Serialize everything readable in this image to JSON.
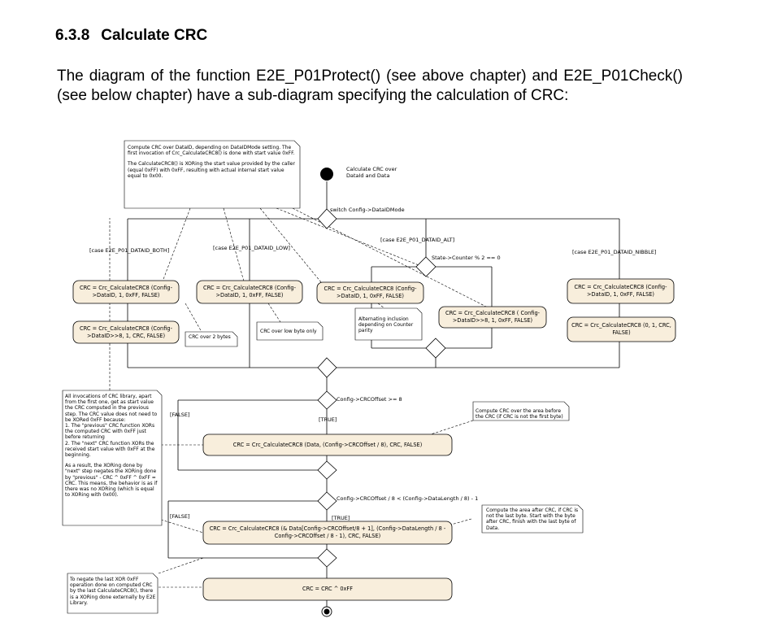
{
  "section": {
    "number": "6.3.8",
    "title": "Calculate CRC"
  },
  "intro": "The diagram of the function E2E_P01Protect() (see above chapter) and E2E_P01Check() (see below chapter) have a sub-diagram specifying the calculation of CRC:",
  "notes": {
    "top_p1": "Compute CRC over DataID, depending on DataIDMode setting. The first invocation of Crc_CalculateCRC8() is done with start value 0xFF.",
    "top_p2": "The CalculateCRC8() is XORing the start value provided by the caller (equal 0xFF) with 0xFF, resulting with actual internal start value equal to 0x00.",
    "crc_over_2_bytes": "CRC over 2 bytes",
    "crc_over_low_byte": "CRC over low byte only",
    "alternating": "Alternating inclusion depending on Counter parity",
    "left_p1": "All invocations of CRC library, apart from the first one, get as start value the CRC computed in the previous step. The CRC value does not need to be XORed 0xFF because:\n1. The \"previous\" CRC function XORs the computed CRC with 0xFF just before returning\n2. The \"next\" CRC function XORs the received start value with 0xFF at the beginning.",
    "left_p2": "As a result, the XORing done by \"next\" step negates the XORing done by \"previous\" - CRC ^ 0xFF ^ 0xFF = CRC. This means, the behavior is as if there was no XORing (which is equal to XORing with 0x00).",
    "right_before": "Compute CRC over the area before the CRC (if CRC is not the first byte)",
    "right_after": "Compute the area after CRC, if CRC is not the last byte. Start with the byte after CRC, finish with the last byte of Data.",
    "bottom_left": "To negate the last XOR 0xFF operation done on computed CRC by the last CalculateCRC8(), there is a XORing done externally by E2E Library."
  },
  "labels": {
    "start": "Calculate CRC over DataId and Data",
    "switch": "switch Config->DataIDMode",
    "case_both": "[case E2E_P01_DATAID_BOTH]",
    "case_low": "[case E2E_P01_DATAID_LOW]",
    "case_alt": "[case E2E_P01_DATAID_ALT]",
    "case_nibble": "[case E2E_P01_DATAID_NIBBLE]",
    "counter_cond": "State->Counter % 2 == 0",
    "cond_offset": "Config->CRCOffset >= 8",
    "false1": "[FALSE]",
    "true1": "[TRUE]",
    "cond_length": "Config->CRCOffset / 8 < (Config->DataLength / 8) - 1",
    "false2": "[FALSE]",
    "true2": "[TRUE]"
  },
  "actions": {
    "both_1": "CRC = Crc_CalculateCRC8 (Config->DataID, 1, 0xFF, FALSE)",
    "both_2": "CRC = Crc_CalculateCRC8 (Config->DataID>>8, 1, CRC, FALSE)",
    "low_1": "CRC = Crc_CalculateCRC8 (Config->DataID, 1, 0xFF, FALSE)",
    "alt_1": "CRC = Crc_CalculateCRC8 (Config->DataID, 1, 0xFF, FALSE)",
    "alt_2": "CRC = Crc_CalculateCRC8 ( Config->DataID>>8, 1, 0xFF, FALSE)",
    "nibble_1": "CRC = Crc_CalculateCRC8 (Config->DataID, 1, 0xFF, FALSE)",
    "nibble_2": "CRC = Crc_CalculateCRC8 (0, 1, CRC, FALSE)",
    "data_before": "CRC = Crc_CalculateCRC8 (Data, (Config->CRCOffset / 8), CRC, FALSE)",
    "data_after": "CRC = Crc_CalculateCRC8 (& Data[Config->CRCOffset/8 + 1], (Config->DataLength / 8 - Config->CRCOffset / 8 - 1), CRC, FALSE)",
    "final_xor": "CRC = CRC ^ 0xFF"
  },
  "colors": {
    "action_fill": "#f8eedc",
    "note_fill": "#ffffff",
    "line": "#000000"
  }
}
